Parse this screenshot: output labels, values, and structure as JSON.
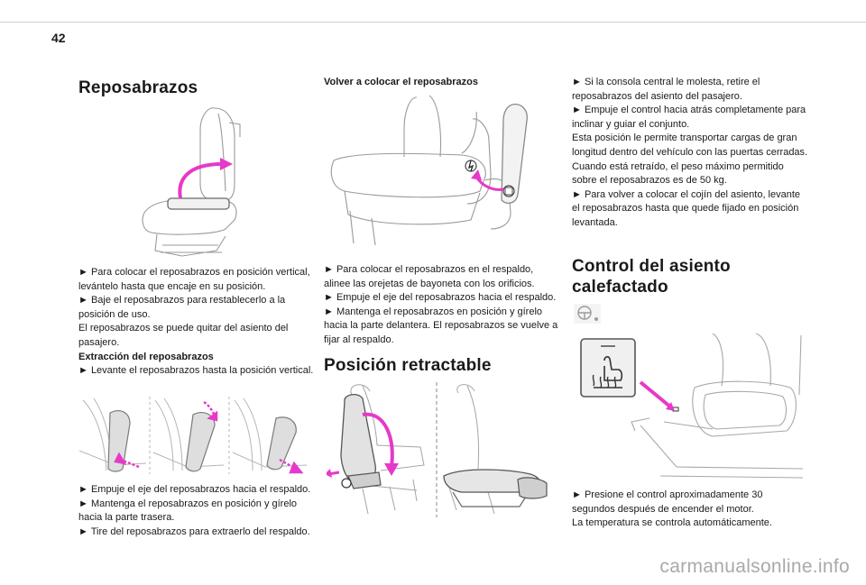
{
  "page_number": "42",
  "col1": {
    "title": "Reposabrazos",
    "para1": [
      "► Para colocar el reposabrazos en posición vertical, levántelo hasta que encaje en su posición.",
      "► Baje el reposabrazos para restablecerlo a la posición de uso.",
      "El reposabrazos se puede quitar del asiento del pasajero."
    ],
    "extraction_heading": "Extracción del reposabrazos",
    "extraction_step": "► Levante el reposabrazos hasta la posición vertical.",
    "para2": [
      "► Empuje el eje del reposabrazos hacia el respaldo.",
      "► Mantenga el reposabrazos en posición y gírelo hacia la parte trasera.",
      "► Tire del reposabrazos para extraerlo del respaldo."
    ]
  },
  "col2": {
    "refit_heading": "Volver a colocar el reposabrazos",
    "para1": [
      "► Para colocar el reposabrazos en el respaldo, alinee las orejetas de bayoneta con los orificios.",
      "► Empuje el eje del reposabrazos hacia el respaldo.",
      "► Mantenga el reposabrazos en posición y gírelo hacia la parte delantera. El reposabrazos se vuelve a fijar al respaldo."
    ],
    "title": "Posición retractable"
  },
  "col3": {
    "para1": [
      "► Si la consola central le molesta, retire el reposabrazos del asiento del pasajero.",
      "► Empuje el control hacia atrás completamente para inclinar y guiar el conjunto.",
      "Esta posición le permite transportar cargas de gran longitud dentro del vehículo con las puertas cerradas.",
      "Cuando está retraído, el peso máximo permitido sobre el reposabrazos es de 50 kg.",
      "► Para volver a colocar el cojín del asiento, levante el reposabrazos hasta que quede fijado en posición levantada."
    ],
    "title": "Control del asiento calefactado",
    "para2": [
      "► Presione el control aproximadamente 30 segundos después de encender el motor.",
      "La temperatura se controla automáticamente."
    ]
  },
  "watermark": "carmanualsonline.info",
  "colors": {
    "accent": "#e639c9",
    "line": "#9a9a9a"
  }
}
